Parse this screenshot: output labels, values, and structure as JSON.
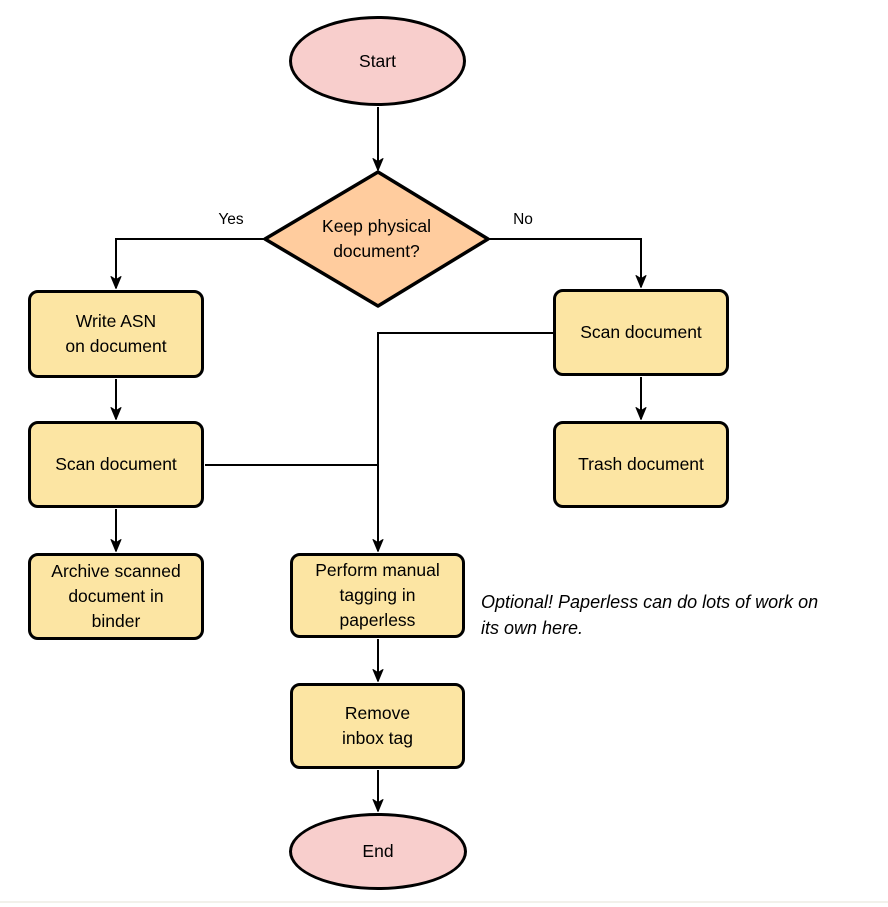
{
  "flowchart": {
    "nodes": {
      "start": {
        "label": "Start"
      },
      "keep_physical": {
        "label": "Keep physical\ndocument?"
      },
      "write_asn": {
        "label": "Write ASN\non document"
      },
      "scan_left": {
        "label": "Scan document"
      },
      "archive": {
        "label": "Archive scanned\ndocument in\nbinder"
      },
      "scan_right": {
        "label": "Scan document"
      },
      "trash": {
        "label": "Trash document"
      },
      "tagging": {
        "label": "Perform manual\ntagging in\npaperless"
      },
      "remove_inbox": {
        "label": "Remove\ninbox tag"
      },
      "end": {
        "label": "End"
      }
    },
    "edge_labels": {
      "yes": "Yes",
      "no": "No"
    },
    "annotation": "Optional! Paperless can do lots of work on\nits own here.",
    "colors": {
      "terminator_fill": "#F8CECC",
      "decision_fill": "#FFCC9E",
      "process_fill": "#FCE5A3",
      "stroke": "#000000",
      "background": "#FFFFFF"
    }
  }
}
